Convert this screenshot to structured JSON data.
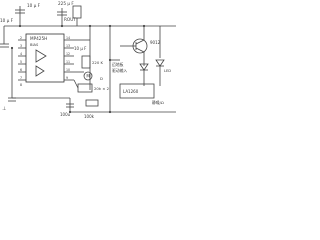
{
  "schematic": {
    "top_caps": {
      "c10uf_top": "10 μ F",
      "c10uf_left": "10 μ F",
      "c225uf": "225 μ F",
      "ext_connector": "ROUT"
    },
    "ic": {
      "part_number": "MP425H",
      "inner_label": "BIAS",
      "pin_labels": [
        "2",
        "3",
        "4",
        "5",
        "6",
        "7",
        "8",
        "14",
        "13",
        "12",
        "11",
        "10",
        "9"
      ]
    },
    "amp_section": {
      "cap_label": "10 μ F",
      "res_label": "220 K",
      "pot_label": "20k × 2",
      "motor_label": "M",
      "detector_label": "D"
    },
    "output_section": {
      "transistor_label": "9012",
      "module_label": "LA1260",
      "notes_line1": "迈地板",
      "notes_line2": "驱动输入",
      "led_note": "LED",
      "bottom_note": "静噪/Ω"
    },
    "bottom": {
      "cap_100u": "100u",
      "res_100k": "100k",
      "ground_note": "⊥"
    }
  }
}
